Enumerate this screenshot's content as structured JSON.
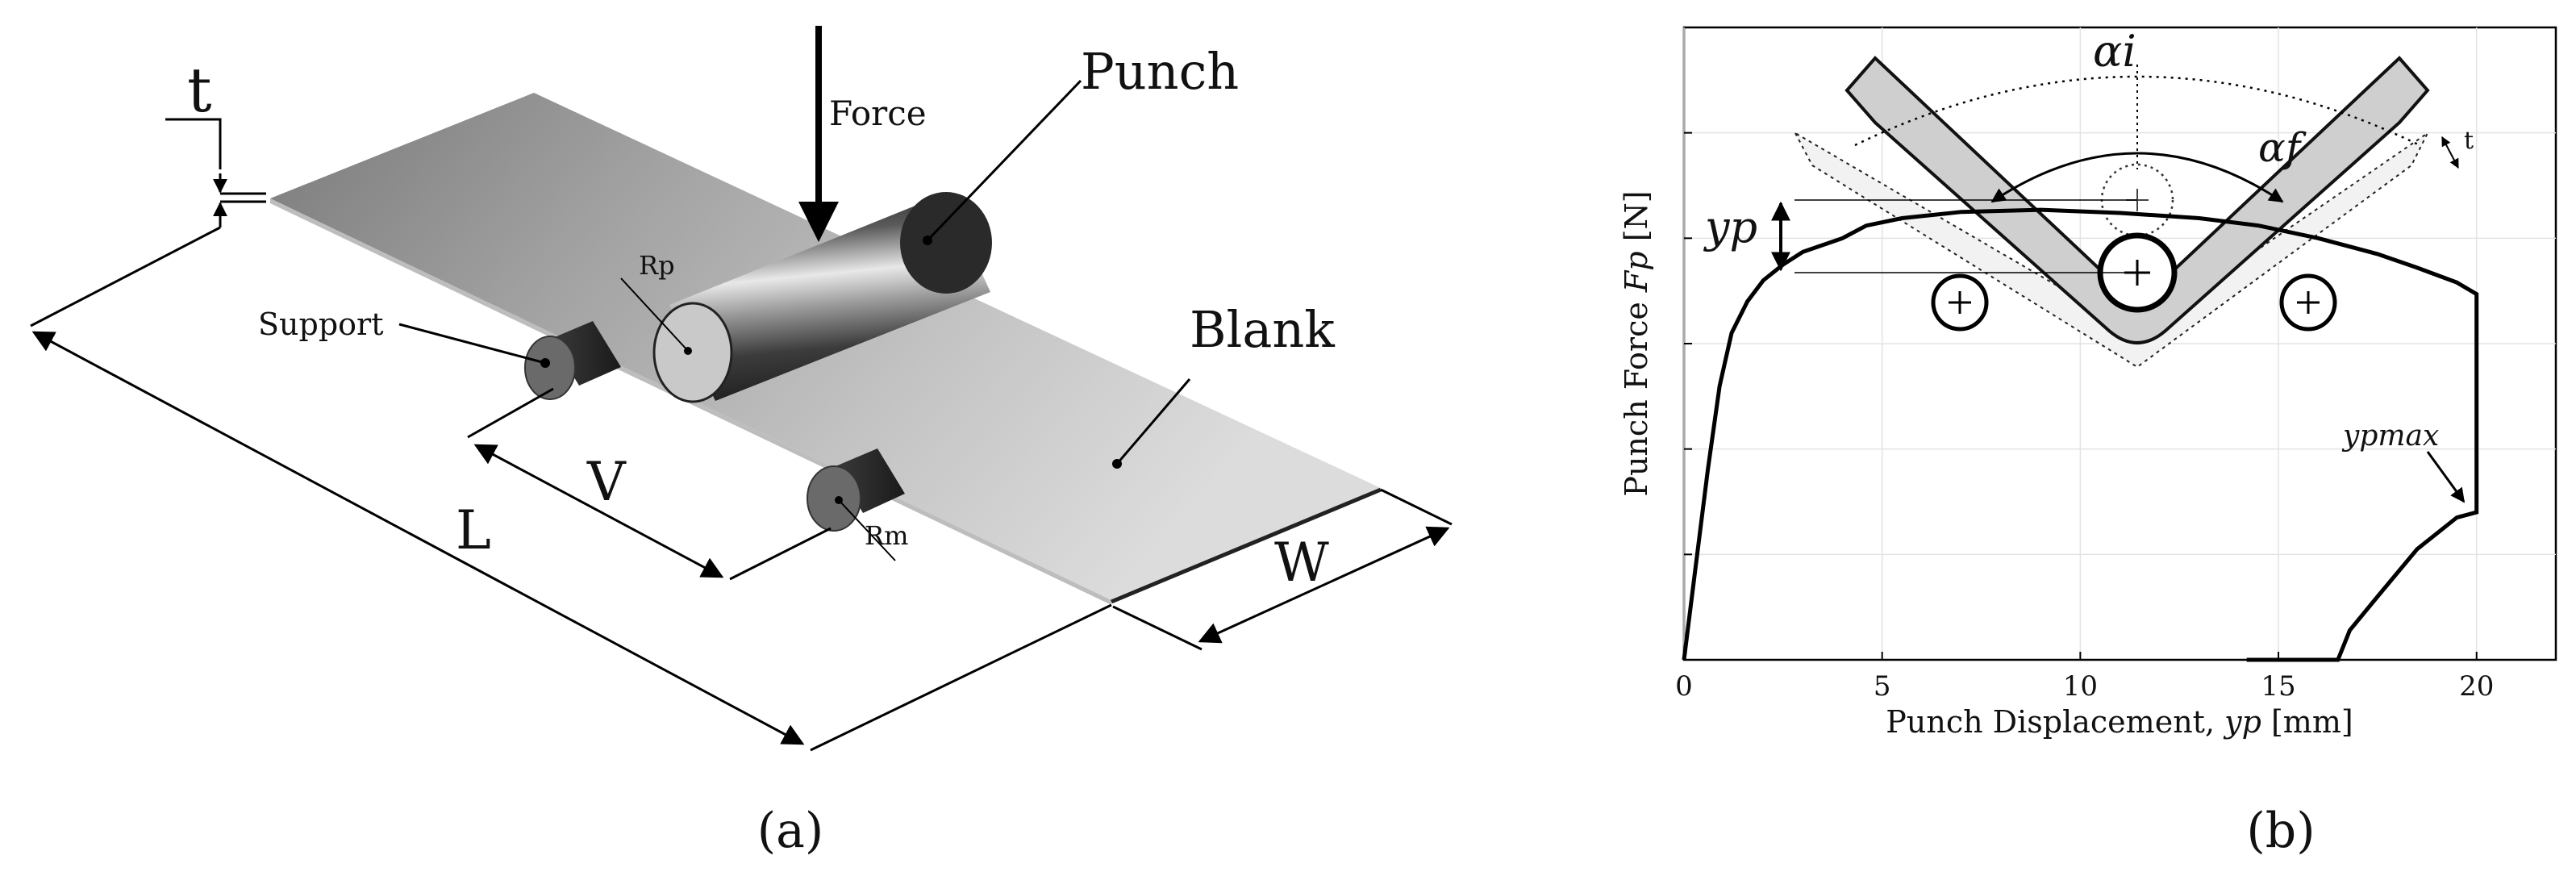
{
  "panel_a": {
    "caption": "(a)",
    "labels": {
      "thickness": "t",
      "force": "Force",
      "punch": "Punch",
      "rp": "Rp",
      "support": "Support",
      "blank": "Blank",
      "length": "L",
      "span": "V",
      "rm": "Rm",
      "width": "W"
    }
  },
  "panel_b": {
    "caption": "(b)",
    "inset_labels": {
      "alpha_i": "αi",
      "alpha_f": "αf",
      "thickness": "t",
      "yp": "yp",
      "ypmax": "ypmax"
    },
    "chart_data": {
      "type": "line",
      "xlabel_text": "Punch Displacement, ",
      "xlabel_var": "yp",
      "xlabel_unit": " [mm]",
      "ylabel_text": "Punch Force ",
      "ylabel_var": "Fp",
      "ylabel_unit": " [N]",
      "xlim": [
        0,
        22
      ],
      "ylim": [
        0,
        6
      ],
      "xticks": [
        0,
        5,
        10,
        15,
        20
      ],
      "y_tick_labels_shown": false,
      "grid": true,
      "series": [
        {
          "x": [
            0.0,
            0.3,
            0.6,
            0.9,
            1.2,
            1.6,
            2.0,
            2.5,
            3.0,
            4.0,
            4.6,
            5.5,
            7.0,
            9.0,
            11.0,
            13.0,
            14.5,
            16.0,
            17.5,
            18.5,
            19.5,
            20.0,
            20.0,
            19.5,
            18.5,
            17.5,
            16.8,
            16.5,
            14.2
          ],
          "y": [
            0.0,
            0.9,
            1.8,
            2.6,
            3.1,
            3.4,
            3.6,
            3.75,
            3.87,
            4.0,
            4.12,
            4.19,
            4.25,
            4.27,
            4.24,
            4.19,
            4.12,
            4.0,
            3.85,
            3.72,
            3.58,
            3.47,
            1.4,
            1.35,
            1.05,
            0.6,
            0.28,
            0.0,
            0.0
          ]
        }
      ]
    }
  }
}
